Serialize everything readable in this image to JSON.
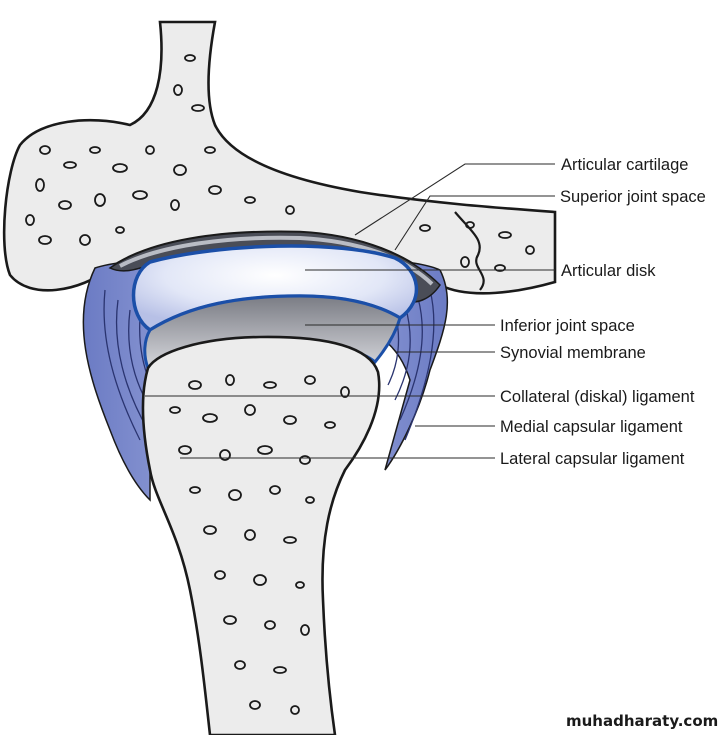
{
  "labels": [
    {
      "id": "articular-cartilage",
      "text": "Articular cartilage"
    },
    {
      "id": "superior-joint-space",
      "text": "Superior joint space"
    },
    {
      "id": "articular-disk",
      "text": "Articular disk"
    },
    {
      "id": "inferior-joint-space",
      "text": "Inferior joint space"
    },
    {
      "id": "synovial-membrane",
      "text": "Synovial membrane"
    },
    {
      "id": "collateral-ligament",
      "text": "Collateral (diskal) ligament"
    },
    {
      "id": "medial-capsular-ligament",
      "text": "Medial capsular ligament"
    },
    {
      "id": "lateral-capsular-ligament",
      "text": "Lateral capsular ligament"
    }
  ],
  "watermark": "muhadharaty.com",
  "colors": {
    "bone": "#ececec",
    "outline": "#1a1a1a",
    "disk": "#dde3f6",
    "disk_border": "#1b4fa8",
    "joint_space": "#4a4d57",
    "capsule": "#7f8dcc",
    "cartilage": "#b9bcc4"
  }
}
